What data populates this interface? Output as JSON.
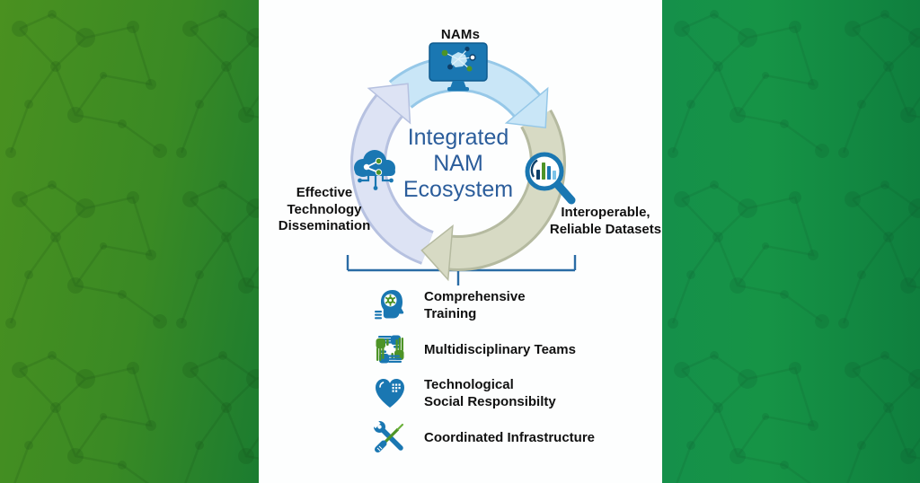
{
  "figure": {
    "cycle": {
      "center_title_lines": [
        "Integrated",
        "NAM",
        "Ecosystem"
      ],
      "top_node": {
        "label": "NAMs",
        "icon": "computer-monitor-molecule-icon"
      },
      "right_node": {
        "label_line1": "Interoperable,",
        "label_line2": "Reliable Datasets",
        "icon": "magnifier-bar-chart-icon"
      },
      "left_node": {
        "label_line1": "Effective",
        "label_line2": "Technology",
        "label_line3": "Dissemination",
        "icon": "cloud-network-icon"
      }
    },
    "foundations": {
      "items": [
        {
          "line1": "Comprehensive",
          "line2": "Training",
          "icon": "head-gear-icon"
        },
        {
          "line1": "Multidisciplinary Teams",
          "line2": "",
          "icon": "teamwork-hands-icon"
        },
        {
          "line1": "Technological",
          "line2": "Social Responsibilty",
          "icon": "heart-tech-icon"
        },
        {
          "line1": "Coordinated Infrastructure",
          "line2": "",
          "icon": "tools-icon"
        }
      ]
    }
  },
  "colors": {
    "accent_blue": "#1a77b2",
    "accent_green": "#4e9427",
    "navy": "#0d3f69",
    "light_blue": "#bfe3f4",
    "title_blue": "#2b5d9b",
    "bracket_blue": "#2a6ca5",
    "text_black": "#111111",
    "arc_blue": "#c9e6f7",
    "arc_blue_edge": "#96c8e8",
    "arc_tan": "#d7dac4",
    "arc_tan_edge": "#b5baa0",
    "arc_lavender": "#dde3f4",
    "arc_lavender_edge": "#b6c1e0",
    "panel_left_start": "#4a9120",
    "panel_left_end": "#1b7c30",
    "panel_right": "#169446"
  }
}
